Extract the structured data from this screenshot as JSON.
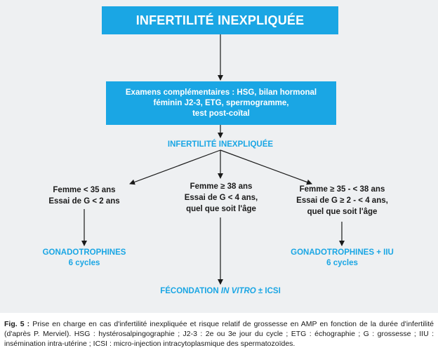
{
  "title": "INFERTILITÉ INEXPLIQUÉE",
  "exams": {
    "line1": "Examens complémentaires : HSG, bilan hormonal",
    "line2": "féminin J2-3, ETG, spermogramme,",
    "line3": "test post-coïtal"
  },
  "subtitle": "INFERTILITÉ INEXPLIQUÉE",
  "branches": {
    "left": {
      "line1": "Femme < 35 ans",
      "line2": "Essai de G < 2 ans"
    },
    "middle": {
      "line1": "Femme ≥ 38 ans",
      "line2": "Essai de G < 4 ans,",
      "line3": "quel que soit l'âge"
    },
    "right": {
      "line1": "Femme ≥ 35 - < 38 ans",
      "line2": "Essai de G ≥ 2 - < 4 ans,",
      "line3": "quel que soit l'âge"
    }
  },
  "results": {
    "left": {
      "line1": "GONADOTROPHINES",
      "line2": "6 cycles"
    },
    "right": {
      "line1": "GONADOTROPHINES + IIU",
      "line2": "6 cycles"
    },
    "center": {
      "prefix": "FÉCONDATION ",
      "italic": "IN VITRO",
      "suffix": " ± ICSI"
    }
  },
  "caption": {
    "label": "Fig. 5 :",
    "text": " Prise en charge en cas d'infertilité inexpliquée et risque relatif de grossesse en AMP en fonction de la durée d'infertilité (d'après P. Merviel). HSG : hystérosalpingographie ; J2-3 : 2e ou 3e jour du cycle ; ETG : échographie ; G : grossesse ; IIU : insémination intra-utérine ; ICSI : micro-injection intracytoplasmique des spermatozoïdes."
  },
  "colors": {
    "accent": "#1aa6e4",
    "panel": "#eef0f2",
    "text": "#1a1a1a"
  }
}
